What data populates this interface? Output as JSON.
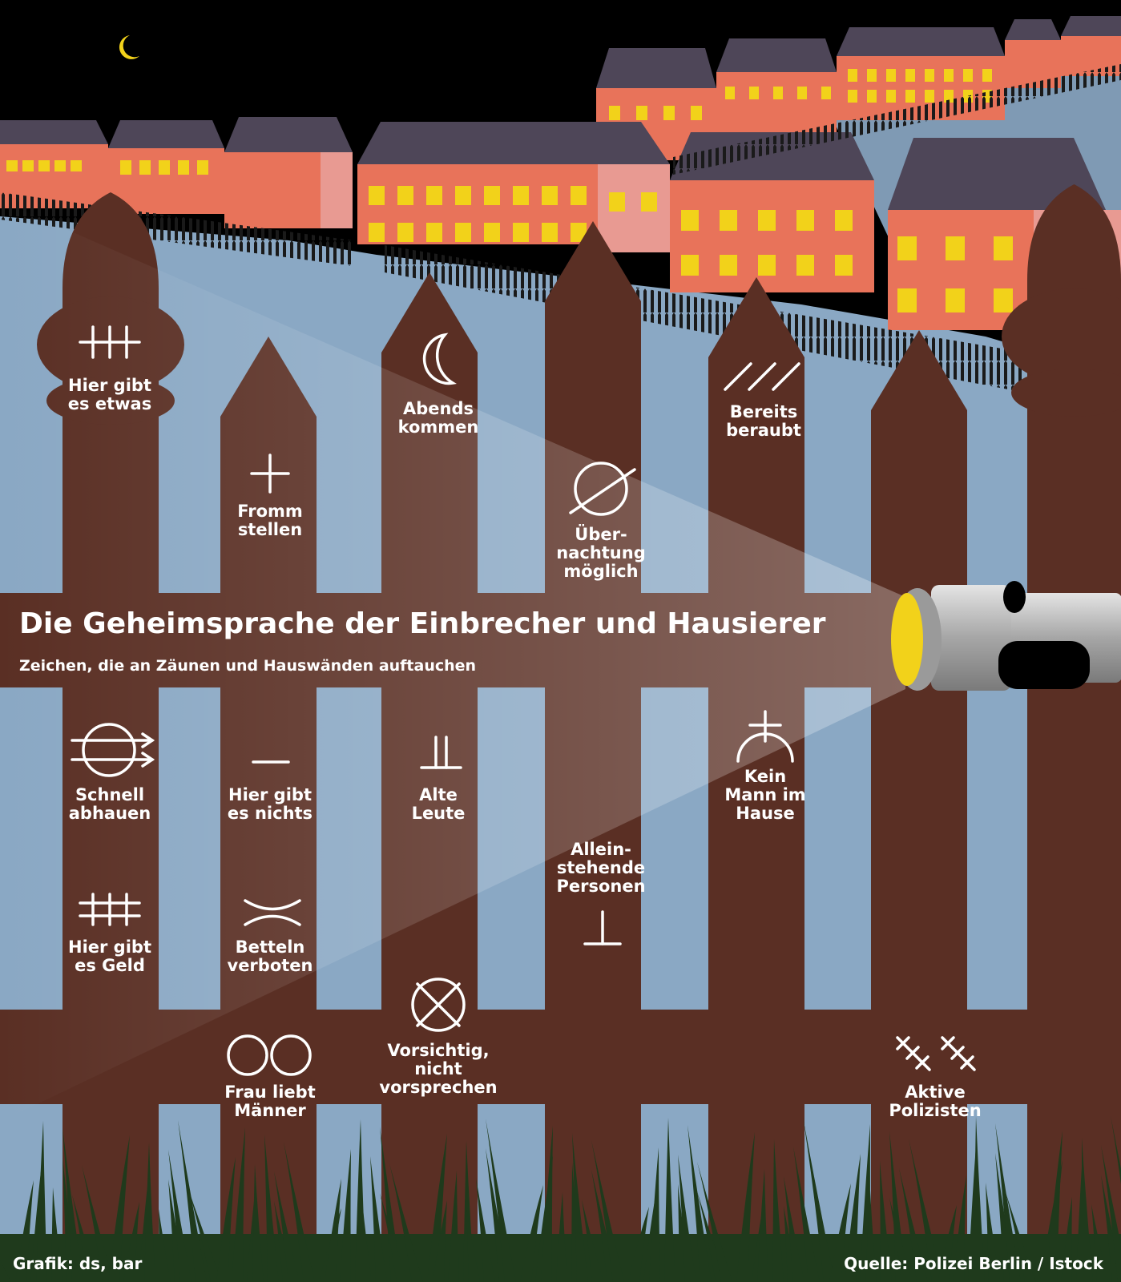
{
  "infographic": {
    "title": "Die Geheimsprache der Einbrecher und Hausierer",
    "subtitle": "Zeichen, die an Zäunen und Hauswänden auftauchen",
    "credit_left": "Grafik: ds, bar",
    "credit_right": "Quelle: Polizei Berlin / Istock"
  },
  "signs": {
    "hier_gibt_es_etwas": "Hier gibt\nes etwas",
    "fromm_stellen": "Fromm\nstellen",
    "abends_kommen": "Abends\nkommen",
    "uebernachtung_moeglich": "Über-\nnachtung\nmöglich",
    "bereits_beraubt": "Bereits\nberaubt",
    "schnell_abhauen": "Schnell\nabhauen",
    "hier_gibt_es_nichts": "Hier gibt\nes nichts",
    "alte_leute": "Alte\nLeute",
    "kein_mann_im_hause": "Kein\nMann im\nHause",
    "alleinstehende_personen": "Allein-\nstehende\nPersonen",
    "hier_gibt_es_geld": "Hier gibt\nes Geld",
    "betteln_verboten": "Betteln\nverboten",
    "frau_liebt_maenner": "Frau liebt\nMänner",
    "vorsichtig_nicht_vorsprechen": "Vorsichtig,\nnicht\nvorsprechen",
    "aktive_polizisten": "Aktive\nPolizisten"
  },
  "colors": {
    "sky": "#000000",
    "street": "#8aa8c4",
    "fence": "#5a2f24",
    "house_front": "#e8735a",
    "house_side": "#e89a92",
    "roof": "#4e4658",
    "window": "#f2d21a",
    "grass": "#1f3a1c",
    "symbol": "#ffffff"
  },
  "icons": {
    "moon": "crescent-moon-icon",
    "flashlight": "flashlight-icon"
  }
}
